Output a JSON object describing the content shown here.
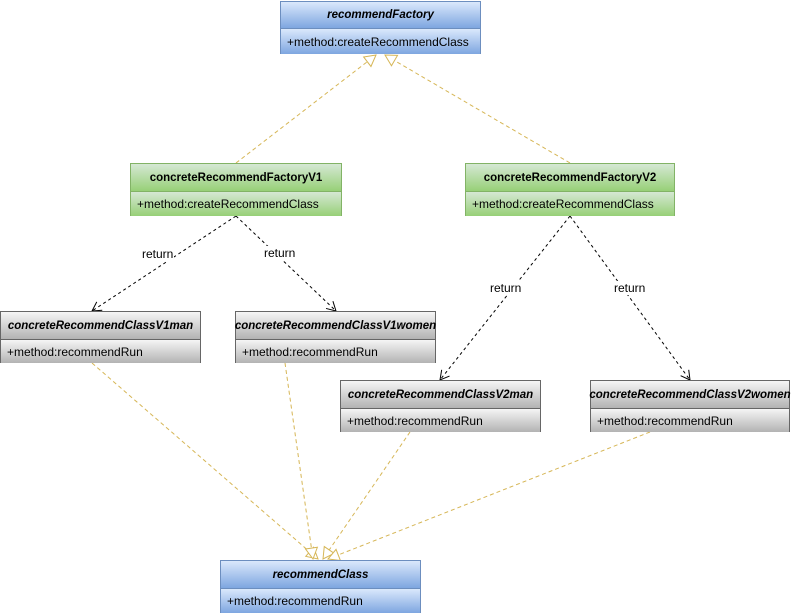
{
  "classes": {
    "recommendFactory": {
      "name": "recommendFactory",
      "method": "+method:createRecommendClass"
    },
    "factoryV1": {
      "name": "concreteRecommendFactoryV1",
      "method": "+method:createRecommendClass"
    },
    "factoryV2": {
      "name": "concreteRecommendFactoryV2",
      "method": "+method:createRecommendClass"
    },
    "classV1man": {
      "name": "concreteRecommendClassV1man",
      "method": "+method:recommendRun"
    },
    "classV1women": {
      "name": "concreteRecommendClassV1women",
      "method": "+method:recommendRun"
    },
    "classV2man": {
      "name": "concreteRecommendClassV2man",
      "method": "+method:recommendRun"
    },
    "classV2women": {
      "name": "concreteRecommendClassV2women",
      "method": "+method:recommendRun"
    },
    "recommendClass": {
      "name": "recommendClass",
      "method": "+method:recommendRun"
    }
  },
  "edge_labels": {
    "v1_man": "return",
    "v1_women": "return",
    "v2_man": "return",
    "v2_women": "return"
  },
  "colors": {
    "interface_fill": "#dae8fc",
    "factory_fill": "#d5e8d4",
    "class_fill": "#f5f5f5",
    "realization_edge": "#d6b656",
    "return_edge": "#000000"
  }
}
